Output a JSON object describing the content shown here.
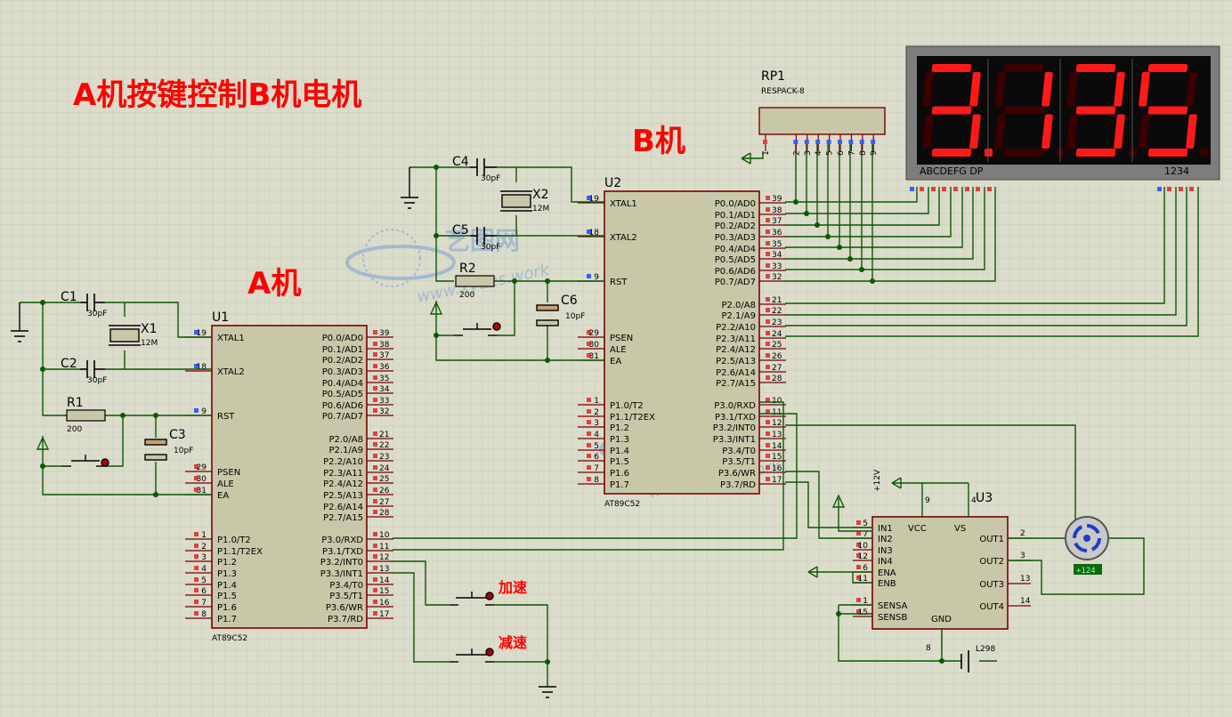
{
  "title": "A机按键控制B机电机",
  "labels": {
    "machine_a": "A机",
    "machine_b": "B机",
    "speed_up": "加速",
    "slow_down": "减速"
  },
  "colors": {
    "background": "#dcdccb",
    "wire": "#0a5a00",
    "chip": "#c8c8a8",
    "chip_border": "#7a0000",
    "red_text": "#ff0000",
    "segment_on": "#ff1a1a",
    "display_bg": "#0a0a0a"
  },
  "chips": {
    "u1": {
      "ref": "U1",
      "part": "AT89C52",
      "left_pins": [
        {
          "num": "19",
          "name": "XTAL1"
        },
        {
          "num": "18",
          "name": "XTAL2"
        },
        {
          "num": "9",
          "name": "RST"
        },
        {
          "num": "29",
          "name": "PSEN"
        },
        {
          "num": "30",
          "name": "ALE"
        },
        {
          "num": "31",
          "name": "EA"
        },
        {
          "num": "1",
          "name": "P1.0/T2"
        },
        {
          "num": "2",
          "name": "P1.1/T2EX"
        },
        {
          "num": "3",
          "name": "P1.2"
        },
        {
          "num": "4",
          "name": "P1.3"
        },
        {
          "num": "5",
          "name": "P1.4"
        },
        {
          "num": "6",
          "name": "P1.5"
        },
        {
          "num": "7",
          "name": "P1.6"
        },
        {
          "num": "8",
          "name": "P1.7"
        }
      ],
      "right_pins": [
        {
          "num": "39",
          "name": "P0.0/AD0"
        },
        {
          "num": "38",
          "name": "P0.1/AD1"
        },
        {
          "num": "37",
          "name": "P0.2/AD2"
        },
        {
          "num": "36",
          "name": "P0.3/AD3"
        },
        {
          "num": "35",
          "name": "P0.4/AD4"
        },
        {
          "num": "34",
          "name": "P0.5/AD5"
        },
        {
          "num": "33",
          "name": "P0.6/AD6"
        },
        {
          "num": "32",
          "name": "P0.7/AD7"
        },
        {
          "num": "21",
          "name": "P2.0/A8"
        },
        {
          "num": "22",
          "name": "P2.1/A9"
        },
        {
          "num": "23",
          "name": "P2.2/A10"
        },
        {
          "num": "24",
          "name": "P2.3/A11"
        },
        {
          "num": "25",
          "name": "P2.4/A12"
        },
        {
          "num": "26",
          "name": "P2.5/A13"
        },
        {
          "num": "27",
          "name": "P2.6/A14"
        },
        {
          "num": "28",
          "name": "P2.7/A15"
        },
        {
          "num": "10",
          "name": "P3.0/RXD"
        },
        {
          "num": "11",
          "name": "P3.1/TXD"
        },
        {
          "num": "12",
          "name": "P3.2/INT0"
        },
        {
          "num": "13",
          "name": "P3.3/INT1"
        },
        {
          "num": "14",
          "name": "P3.4/T0"
        },
        {
          "num": "15",
          "name": "P3.5/T1"
        },
        {
          "num": "16",
          "name": "P3.6/WR"
        },
        {
          "num": "17",
          "name": "P3.7/RD"
        }
      ]
    },
    "u2": {
      "ref": "U2",
      "part": "AT89C52"
    },
    "u3": {
      "ref": "U3",
      "part": "L298",
      "left_pins": [
        {
          "num": "5",
          "name": "IN1"
        },
        {
          "num": "7",
          "name": "IN2"
        },
        {
          "num": "10",
          "name": "IN3"
        },
        {
          "num": "12",
          "name": "IN4"
        },
        {
          "num": "6",
          "name": "ENA"
        },
        {
          "num": "11",
          "name": "ENB"
        },
        {
          "num": "1",
          "name": "SENSA"
        },
        {
          "num": "15",
          "name": "SENSB"
        }
      ],
      "right_pins": [
        {
          "num": "2",
          "name": "OUT1"
        },
        {
          "num": "3",
          "name": "OUT2"
        },
        {
          "num": "13",
          "name": "OUT3"
        },
        {
          "num": "14",
          "name": "OUT4"
        }
      ],
      "top_pins": [
        {
          "num": "9",
          "name": "VCC"
        },
        {
          "num": "4",
          "name": "VS"
        }
      ],
      "bottom_pins": [
        {
          "num": "8",
          "name": "GND"
        }
      ]
    }
  },
  "components": {
    "c1": {
      "ref": "C1",
      "value": "30pF"
    },
    "c2": {
      "ref": "C2",
      "value": "30pF"
    },
    "c3": {
      "ref": "C3",
      "value": "10pF"
    },
    "x1": {
      "ref": "X1",
      "value": "12M"
    },
    "r1": {
      "ref": "R1",
      "value": "200"
    },
    "c4": {
      "ref": "C4",
      "value": "30pF"
    },
    "c5": {
      "ref": "C5",
      "value": "30pF"
    },
    "c6": {
      "ref": "C6",
      "value": "10pF"
    },
    "x2": {
      "ref": "X2",
      "value": "12M"
    },
    "r2": {
      "ref": "R2",
      "value": "200"
    },
    "rp1": {
      "ref": "RP1",
      "value": "RESPACK-8",
      "pins": [
        "1",
        "2",
        "3",
        "4",
        "5",
        "6",
        "7",
        "8",
        "9"
      ]
    },
    "power_12v": "+12V",
    "motor_speed": "+124"
  },
  "display": {
    "digits": [
      "3",
      "1",
      "3",
      "5"
    ],
    "seg_label": "ABCDEFG  DP",
    "digit_label": "1234"
  }
}
